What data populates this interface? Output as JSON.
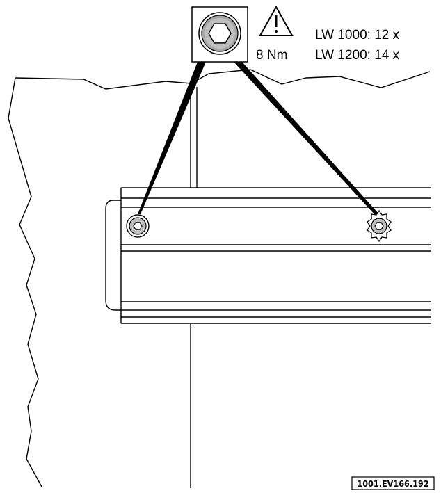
{
  "callout": {
    "torque": "8 Nm",
    "quantities": [
      "LW 1000: 12 x",
      "LW 1200: 14 x"
    ],
    "tool_icon": "hex-socket-icon",
    "warning_icon": "warning-triangle-icon"
  },
  "reference_code": "1001.EV166.192"
}
